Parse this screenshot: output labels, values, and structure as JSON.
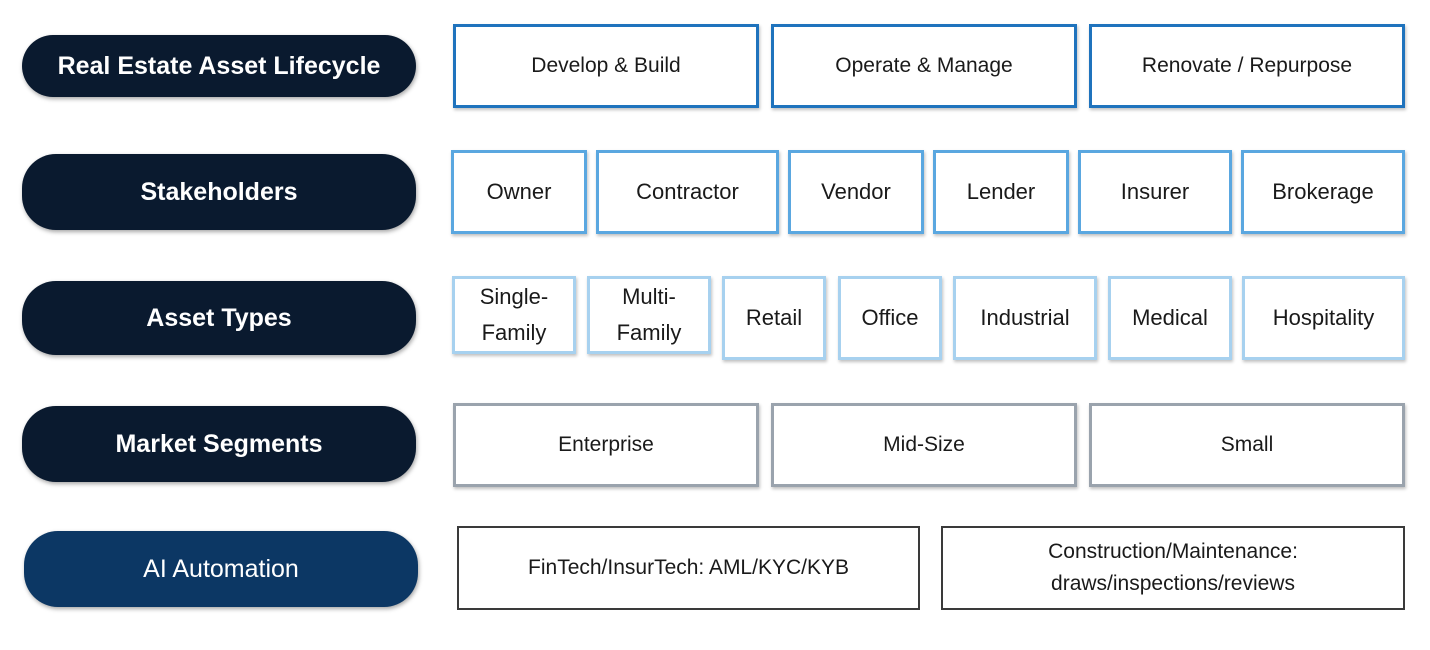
{
  "rows": {
    "lifecycle": {
      "label": "Real Estate Asset Lifecycle",
      "items": [
        "Develop & Build",
        "Operate & Manage",
        "Renovate / Repurpose"
      ]
    },
    "stakeholders": {
      "label": "Stakeholders",
      "items": [
        "Owner",
        "Contractor",
        "Vendor",
        "Lender",
        "Insurer",
        "Brokerage"
      ]
    },
    "asset_types": {
      "label": "Asset Types",
      "items": [
        {
          "line1": "Single-",
          "line2": "Family"
        },
        {
          "line1": "Multi-",
          "line2": "Family"
        },
        "Retail",
        "Office",
        "Industrial",
        "Medical",
        "Hospitality"
      ]
    },
    "market_segments": {
      "label": "Market Segments",
      "items": [
        "Enterprise",
        "Mid-Size",
        "Small"
      ]
    },
    "ai_automation": {
      "label": "AI Automation",
      "items": [
        "FinTech/InsurTech:  AML/KYC/KYB",
        {
          "line1": "Construction/Maintenance:",
          "line2": "draws/inspections/reviews"
        }
      ]
    }
  },
  "colors": {
    "label_dark": "#0a1a2f",
    "label_navy": "#0c3764",
    "lifecycle_border": "#1f73bd",
    "stakeholder_border": "#5aa7e0",
    "asset_border": "#a7d1ef",
    "segment_border": "#9aa3ad",
    "ai_border": "#3a3a3a"
  }
}
